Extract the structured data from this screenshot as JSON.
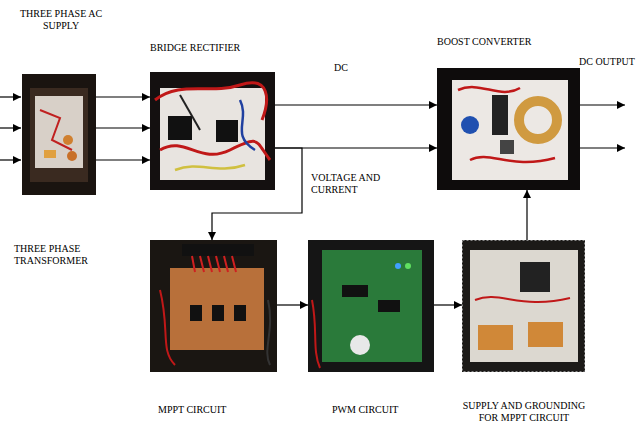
{
  "diagram": {
    "nodes": [
      {
        "text": [
          "THREE PHASE TRANSFORMER"
        ]
      },
      {
        "text": [
          "BRIDGE RECTIFIER"
        ]
      },
      {
        "text": [
          "BOOST CONVERTER"
        ]
      },
      {
        "text": [
          "MPPT CIRCUIT"
        ]
      },
      {
        "text": [
          "PWM CIRCUIT"
        ]
      },
      {
        "text": [
          "SUPPLY AND GROUNDING FOR MPPT CIRCUIT"
        ]
      }
    ],
    "edges": [
      {
        "from": 0,
        "to": 1,
        "arrow": "to"
      },
      {
        "from": 0,
        "to": 1,
        "arrow": "to"
      },
      {
        "from": 0,
        "to": 1,
        "arrow": "to"
      },
      {
        "from": 1,
        "to": 2,
        "label": "DC",
        "arrow": "to"
      },
      {
        "from": 1,
        "to": 2,
        "arrow": "to"
      },
      {
        "from": 1,
        "to": 3,
        "label": "VOLTAGE AND CURRENT",
        "arrow": "to"
      },
      {
        "from": 3,
        "to": 4,
        "arrow": "to"
      },
      {
        "from": 4,
        "to": 5,
        "arrow": "to"
      },
      {
        "from": 5,
        "to": 2,
        "arrow": "to"
      }
    ],
    "labels": [
      "THREE PHASE AC SUPPLY",
      "DC OUTPUT"
    ]
  }
}
